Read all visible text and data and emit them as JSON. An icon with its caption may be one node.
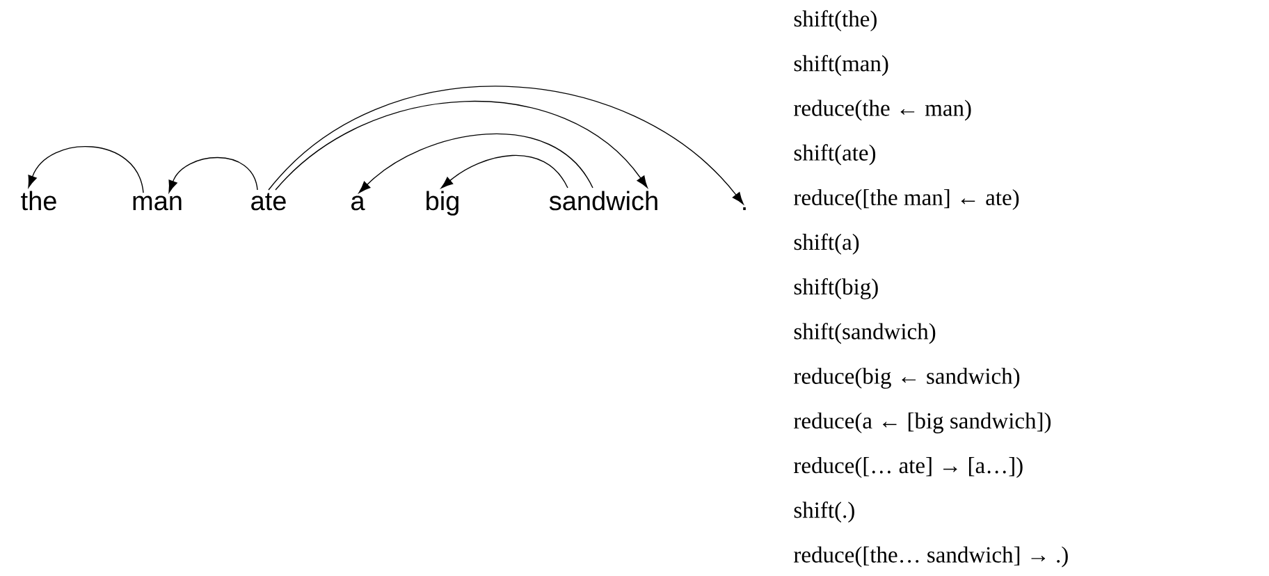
{
  "diagram": {
    "nodes": [
      {
        "text": [
          "the"
        ]
      },
      {
        "text": [
          "man"
        ]
      },
      {
        "text": [
          "ate"
        ]
      },
      {
        "text": [
          "a"
        ]
      },
      {
        "text": [
          "big"
        ]
      },
      {
        "text": [
          "sandwich"
        ]
      },
      {
        "text": [
          "."
        ]
      }
    ],
    "edges": [
      {
        "from": 1,
        "to": 0,
        "arrow": "to"
      },
      {
        "from": 2,
        "to": 1,
        "arrow": "to"
      },
      {
        "from": 2,
        "to": 5,
        "arrow": "to"
      },
      {
        "from": 2,
        "to": 6,
        "arrow": "to"
      },
      {
        "from": 5,
        "to": 4,
        "arrow": "to"
      },
      {
        "from": 5,
        "to": 3,
        "arrow": "to"
      }
    ],
    "labels": [
      "shift(the)",
      "shift(man)",
      "reduce(the ← man)",
      "shift(ate)",
      "reduce([the man] ← ate)",
      "shift(a)",
      "shift(big)",
      "shift(sandwich)",
      "reduce(big ← sandwich)",
      "reduce(a ← [big sandwich])",
      "reduce([… ate] → [a…])",
      "shift(.)",
      "reduce([the… sandwich] → .)"
    ]
  }
}
